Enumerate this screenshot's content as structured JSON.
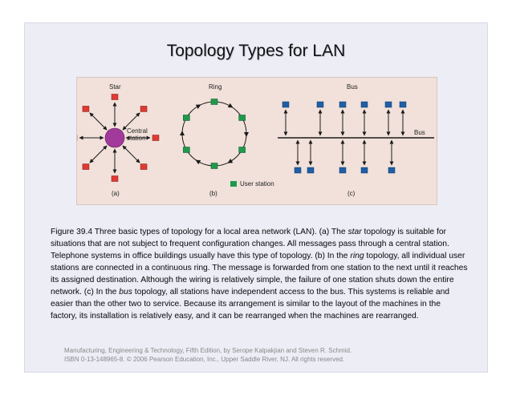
{
  "slide": {
    "title": "Topology Types for LAN"
  },
  "figure": {
    "star": {
      "heading": "Star",
      "center_label_1": "Central",
      "center_label_2": "station",
      "panel_label": "(a)"
    },
    "ring": {
      "heading": "Ring",
      "legend_label": "User station",
      "panel_label": "(b)"
    },
    "bus": {
      "heading": "Bus",
      "line_label": "Bus",
      "panel_label": "(c)"
    },
    "colors": {
      "background": "#f1e1da",
      "star_node": "#e03a32",
      "center_node": "#a23a9c",
      "ring_node": "#1f9a4a",
      "bus_node": "#1f5fa6",
      "line": "#1a1a1a"
    }
  },
  "caption": {
    "pre_star": "Figure 39.4  Three basic types of topology for a local area network (LAN).  (a)  The ",
    "star_word": "star",
    "mid_1": " topology is suitable for situations that are not subject to frequent configuration changes.  All messages pass through a central station.  Telephone systems in office buildings usually have this type of topology.  (b) In the ",
    "ring_word": "ring",
    "mid_2": " topology, all individual user stations are connected in a continuous ring.  The message is forwarded from one station to the next until it reaches its assigned destination.  Although the wiring is relatively simple, the failure of one station shuts down the entire network.  (c)  In the ",
    "bus_word": "bus",
    "post": " topology, all stations have independent access to the bus.  This systems is reliable and easier than the other two to service.  Because its arrangement is similar to the layout of the machines in the factory, its installation is relatively easy, and it can be rearranged when the machines are rearranged."
  },
  "footer": {
    "line1": "Manufacturing, Engineering & Technology, Fifth Edition, by Serope Kalpakjian and Steven R. Schmid.",
    "line2": "ISBN 0-13-148965-8. © 2006 Pearson Education, Inc., Upper Saddle River, NJ.  All rights reserved."
  }
}
